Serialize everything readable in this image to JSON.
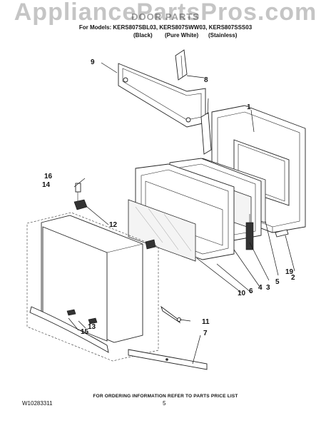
{
  "header": {
    "watermark": "AppliancePartsPros.com",
    "title": "DOOR PARTS",
    "models_line": "For Models: KERS807SBL03, KERS807SWW03, KERS807SSS03",
    "colors": [
      "(Black)",
      "(Pure White)",
      "(Stainless)"
    ]
  },
  "callouts": [
    "1",
    "2",
    "3",
    "4",
    "5",
    "6",
    "7",
    "8",
    "9",
    "10",
    "11",
    "12",
    "13",
    "14",
    "15",
    "16",
    "19"
  ],
  "footer": {
    "ordering_note": "FOR ORDERING INFORMATION REFER TO PARTS PRICE LIST",
    "doc_number": "W10283311",
    "page_number": "5"
  }
}
